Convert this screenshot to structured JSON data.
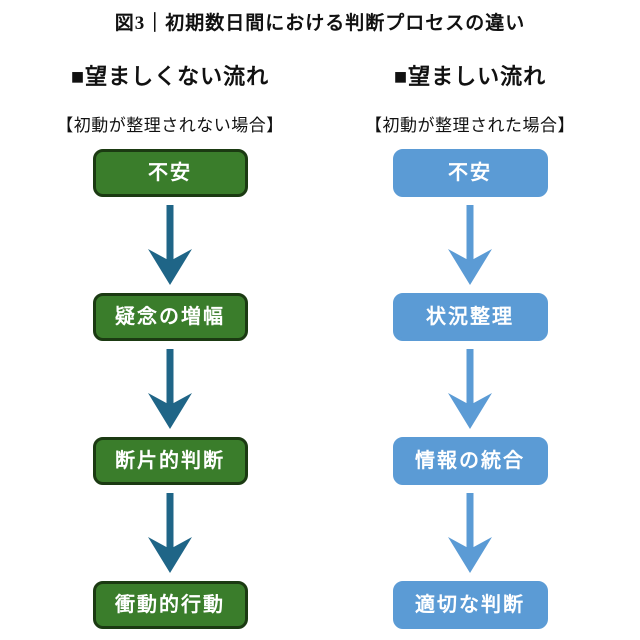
{
  "title": "図3｜初期数日間における判断プロセスの違い",
  "colors": {
    "green_box_fill": "#3A7D2B",
    "green_box_border": "#1B3A12",
    "blue_box_fill": "#5B9BD5",
    "left_arrow": "#1F6587",
    "right_arrow": "#5B9BD5",
    "box_text": "#FFFFFF",
    "heading_text": "#111111"
  },
  "columns": [
    {
      "id": "undesirable-flow",
      "header": "■望ましくない流れ",
      "subheader": "【初動が整理されない場合】",
      "steps": [
        "不安",
        "疑念の増幅",
        "断片的判断",
        "衝動的行動"
      ]
    },
    {
      "id": "desirable-flow",
      "header": "■望ましい流れ",
      "subheader": "【初動が整理された場合】",
      "steps": [
        "不安",
        "状況整理",
        "情報の統合",
        "適切な判断"
      ]
    }
  ]
}
